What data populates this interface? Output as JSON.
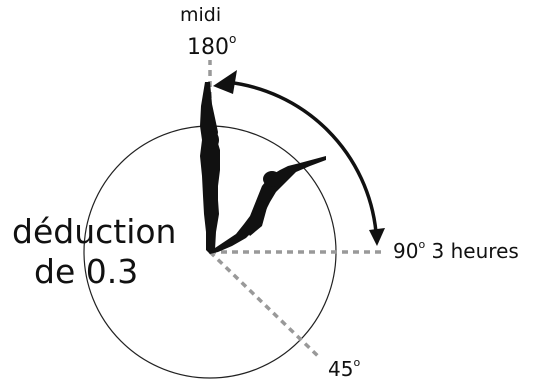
{
  "labels": {
    "noon": "midi",
    "deg180_value": "180",
    "deg90_value": "90",
    "hours3": " 3 heures",
    "deg45_value": "45",
    "degree_mark": "o",
    "deduction_line1": "déduction",
    "deduction_line2": "de 0.3"
  },
  "colors": {
    "ink": "#111111",
    "dashed_line": "#999999",
    "background": "#ffffff"
  },
  "icons": {
    "figures": "gymnast-silhouette-icon",
    "arrow": "double-headed-curved-arrow-icon"
  }
}
